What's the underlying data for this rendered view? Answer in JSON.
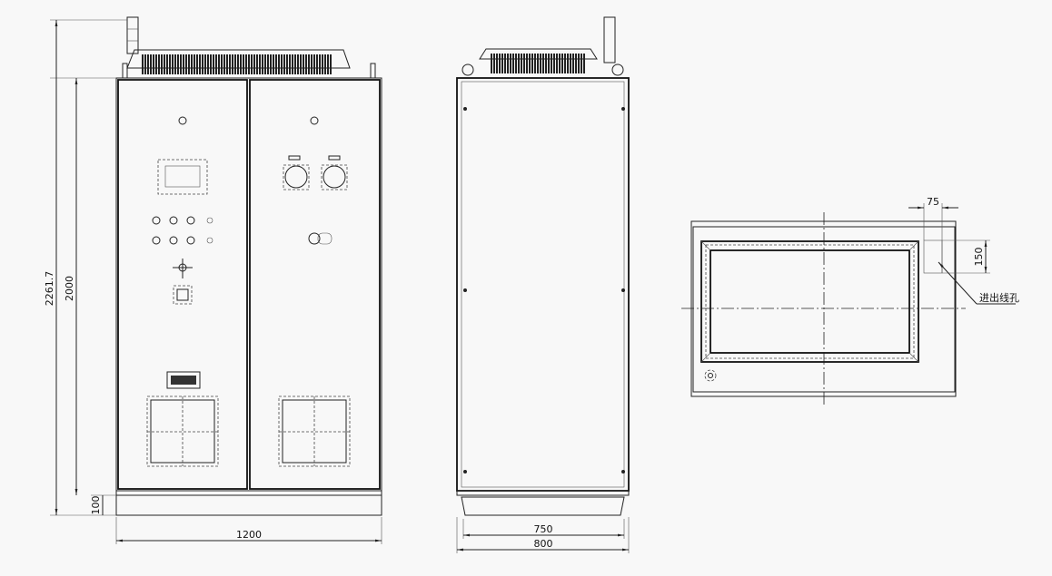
{
  "front_view": {
    "dim_total_height": "2261.7",
    "dim_cabinet_height": "2000",
    "dim_base_height": "100",
    "dim_width": "1200"
  },
  "side_view": {
    "dim_inner_depth": "750",
    "dim_depth": "800"
  },
  "plan_view": {
    "dim_hole_width": "75",
    "dim_hole_length": "150",
    "cable_hole_label": "进出线孔"
  }
}
